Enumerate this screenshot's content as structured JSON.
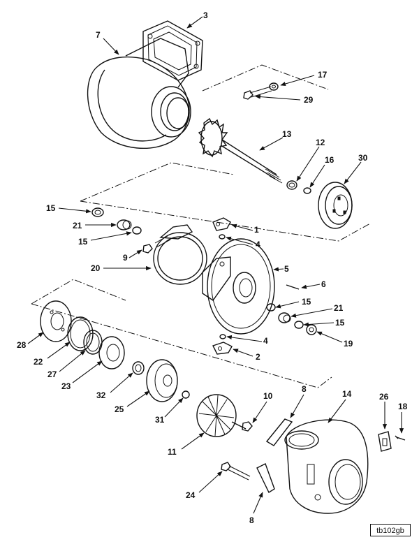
{
  "figure_code": "tb102gb",
  "callouts": {
    "c1": "1",
    "c2": "2",
    "c3": "3",
    "c4a": "4",
    "c4b": "4",
    "c5": "5",
    "c6": "6",
    "c7": "7",
    "c8a": "8",
    "c8b": "8",
    "c9": "9",
    "c10": "10",
    "c11": "11",
    "c12": "12",
    "c13": "13",
    "c14": "14",
    "c15a": "15",
    "c15b": "15",
    "c15c": "15",
    "c15d": "15",
    "c16": "16",
    "c17": "17",
    "c18": "18",
    "c19": "19",
    "c20": "20",
    "c21a": "21",
    "c21b": "21",
    "c22": "22",
    "c23": "23",
    "c24": "24",
    "c25": "25",
    "c26": "26",
    "c27": "27",
    "c28": "28",
    "c29": "29",
    "c30": "30",
    "c31": "31",
    "c32": "32"
  }
}
